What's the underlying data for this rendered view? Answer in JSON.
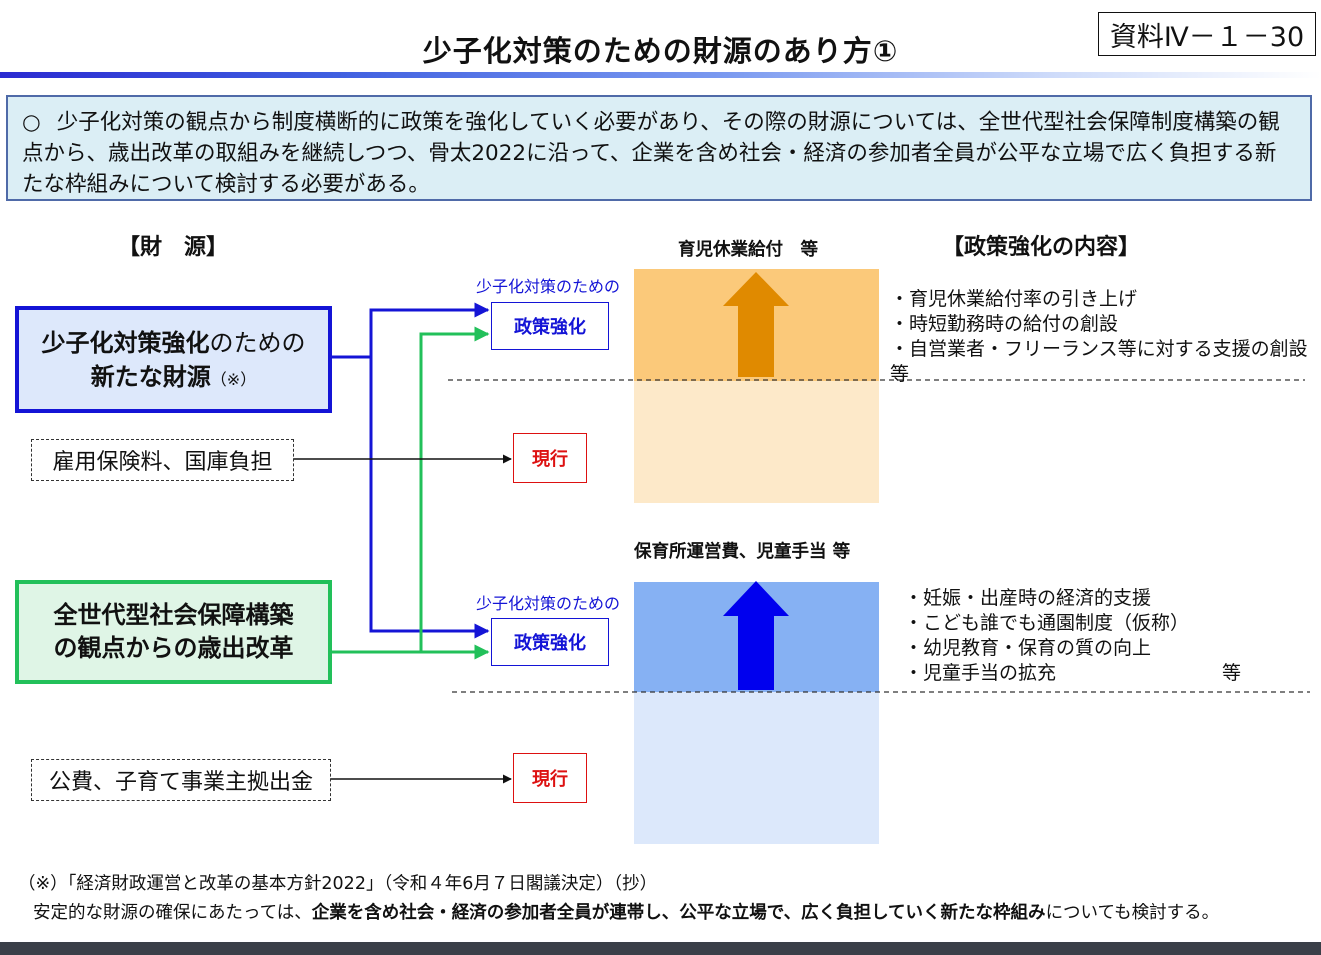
{
  "doc_id": "資料Ⅳ－１－30",
  "title": "少子化対策のための財源のあり方①",
  "intro": {
    "bullet": "○",
    "text": "少子化対策の観点から制度横断的に政策を強化していく必要があり、その際の財源については、全世代型社会保障制度構築の観点から、歳出改革の取組みを継続しつつ、骨太2022に沿って、企業を含め社会・経済の参加者全員が公平な立場で広く負担する新たな枠組みについて検討する必要がある。"
  },
  "headers": {
    "sources": "【財　源】",
    "contents": "【政策強化の内容】"
  },
  "sources": {
    "new_bold": "少子化対策強化",
    "new_rest": "のための",
    "new_line2": "新たな財源",
    "new_note": "（※）",
    "employment": "雇用保険料、国庫負担",
    "reform_line1": "全世代型社会保障構築",
    "reform_line2": "の観点からの歳出改革",
    "public": "公費、子育て事業主拠出金"
  },
  "flow": {
    "caption": "少子化対策のための",
    "policy_label": "政策強化",
    "current_label": "現行"
  },
  "top_block": {
    "label": "育児休業給付　等",
    "items": [
      "・育児休業給付率の引き上げ",
      "・時短勤務時の給付の創設",
      "・自営業者・フリーランス等に対する支援の創設　等"
    ]
  },
  "bottom_block": {
    "label": "保育所運営費、児童手当 等",
    "items": [
      "・妊娠・出産時の経済的支援",
      "・こども誰でも通園制度（仮称）",
      "・幼児教育・保育の質の向上",
      "・児童手当の拡充"
    ],
    "tail": "等"
  },
  "footnote": {
    "line1": "（※）「経済財政運営と改革の基本方針2022」（令和４年6月７日閣議決定）（抄）",
    "line2_a": "安定的な財源の確保にあたっては、",
    "line2_b": "企業を含め社会・経済の参加者全員が連帯し、公平な立場で、広く負担していく新たな枠組み",
    "line2_c": "についても検討する。"
  },
  "colors": {
    "blue": "#1414d6",
    "green": "#22c05a",
    "red": "#dd1111",
    "orange_arrow": "#e08a00",
    "blue_arrow": "#0000ee"
  }
}
